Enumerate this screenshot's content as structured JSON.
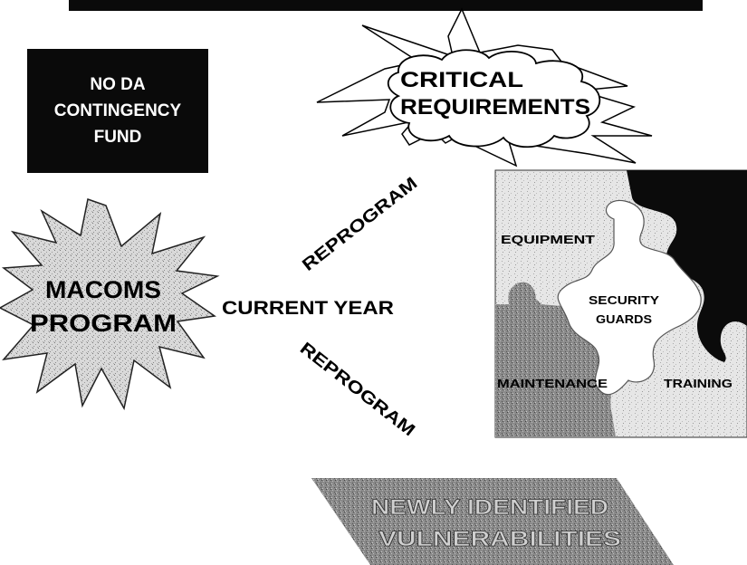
{
  "no_da_box": {
    "line1": "NO DA",
    "line2": "CONTINGENCY",
    "line3": "FUND"
  },
  "critical": {
    "line1": "CRITICAL",
    "line2": "REQUIREMENTS"
  },
  "macoms": {
    "line1": "MACOMS",
    "line2": "PROGRAM"
  },
  "current_year": "CURRENT YEAR",
  "reprogram_upper": "REPROGRAM",
  "reprogram_lower": "REPROGRAM",
  "puzzle": {
    "equipment": "EQUIPMENT",
    "security_line1": "SECURITY",
    "security_line2": "GUARDS",
    "maintenance": "MAINTENANCE",
    "training": "TRAINING"
  },
  "vulnerabilities": {
    "line1": "NEWLY IDENTIFIED",
    "line2": "VULNERABILITIES"
  }
}
